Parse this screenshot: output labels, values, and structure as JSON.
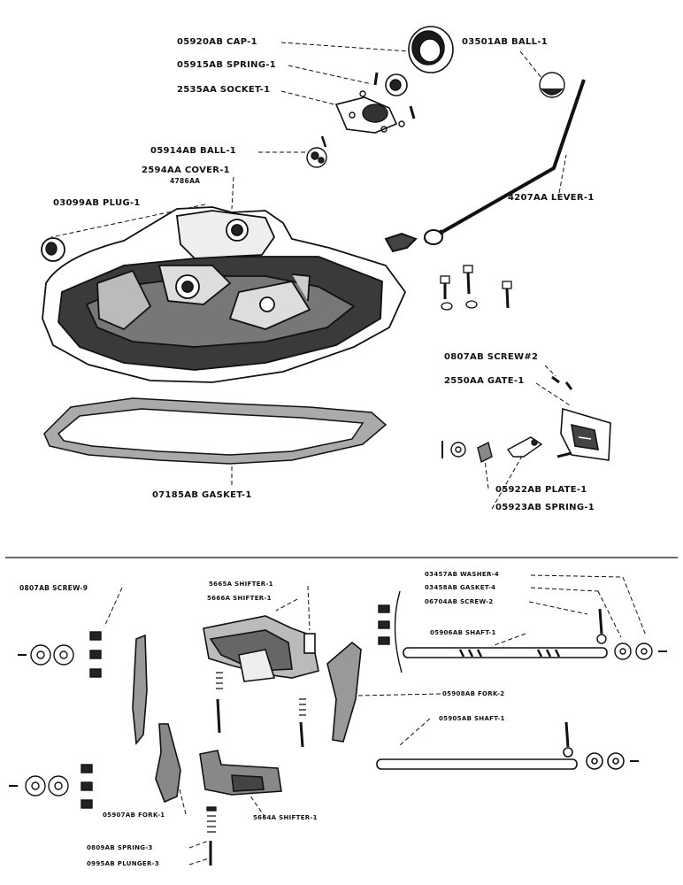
{
  "labels": {
    "cap": "05920AB CAP-1",
    "spring_top": "05915AB SPRING-1",
    "socket": "2535AA SOCKET-1",
    "ball_small": "05914AB BALL-1",
    "cover": "2594AA COVER-1",
    "cover_alt": "4786AA",
    "plug": "03099AB PLUG-1",
    "ball_top": "03501AB BALL-1",
    "lever": "4207AA LEVER-1",
    "screw_gate": "0807AB SCREW#2",
    "gate": "2550AA GATE-1",
    "gasket": "07185AB GASKET-1",
    "plate": "05922AB PLATE-1",
    "spring_plate": "05923AB SPRING-1",
    "screw9": "0807AB SCREW-9",
    "shifter_5665": "5665A SHIFTER-1",
    "shifter_5666": "5666A SHIFTER-1",
    "washer": "03457AB WASHER-4",
    "gasket4": "03458AB GASKET-4",
    "screw2": "06704AB SCREW-2",
    "shaft_upper": "05906AB SHAFT-1",
    "fork2": "05908AB FORK-2",
    "shaft_lower": "05905AB SHAFT-1",
    "fork1": "05907AB FORK-1",
    "shifter_5664": "5664A SHIFTER-1",
    "spring3": "0809AB SPRING-3",
    "plunger3": "0995AB PLUNGER-3"
  }
}
